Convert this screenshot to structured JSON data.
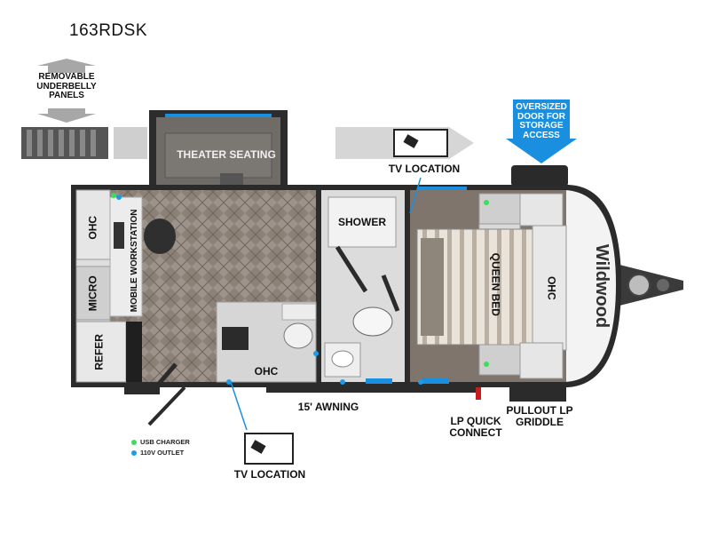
{
  "model": "163RDSK",
  "labels": {
    "removable_underbelly": "REMOVABLE UNDERBELLY PANELS",
    "theater_seating": "THEATER SEATING",
    "tv_location_top": "TV LOCATION",
    "tv_location_bottom": "TV LOCATION",
    "oversized_door": "OVERSIZED DOOR FOR STORAGE ACCESS",
    "shower": "SHOWER",
    "queen_bed": "QUEEN BED",
    "ohc_left": "OHC",
    "ohc_bottom": "OHC",
    "ohc_right": "OHC",
    "micro": "MICRO",
    "refer": "REFER",
    "mobile_workstation": "MOBILE WORKSTATION",
    "awning": "15' AWNING",
    "lp_quick_connect": "LP QUICK CONNECT",
    "pullout_griddle": "PULLOUT LP GRIDDLE",
    "brand": "Wildwood"
  },
  "legend": [
    {
      "label": "USB CHARGER",
      "color": "#3ddc5a"
    },
    {
      "label": "110V OUTLET",
      "color": "#1e9be8"
    }
  ],
  "colors": {
    "floor": "#8a7e73",
    "wall": "#2a2a2a",
    "cabinet": "#dcdcdc",
    "accent_blue": "#1a8fe0",
    "arrow_gray": "#999999"
  }
}
